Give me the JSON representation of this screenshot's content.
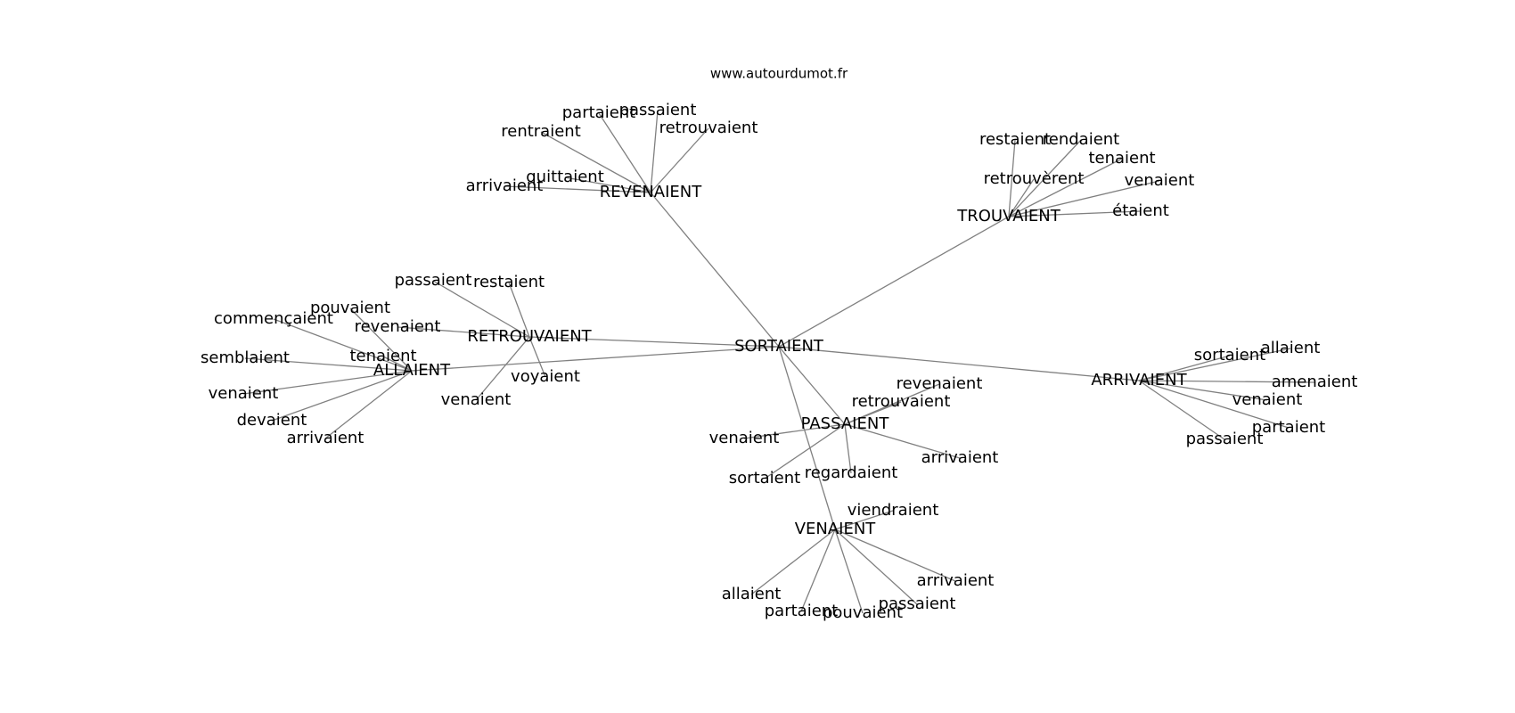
{
  "source": "www.autourdumot.fr",
  "center": "SORTAIENT",
  "hubs": [
    {
      "id": "REVENAIENT",
      "neighbors": [
        "partaient",
        "passaient",
        "rentraient",
        "retrouvaient",
        "quittaient",
        "arrivaient"
      ]
    },
    {
      "id": "TROUVAIENT",
      "neighbors": [
        "restaient",
        "rendaient",
        "tenaient",
        "retrouvèrent",
        "venaient",
        "étaient"
      ]
    },
    {
      "id": "RETROUVAIENT",
      "neighbors": [
        "passaient",
        "restaient",
        "revenaient",
        "voyaient",
        "venaient"
      ]
    },
    {
      "id": "ALLAIENT",
      "neighbors": [
        "commençaient",
        "pouvaient",
        "tenaient",
        "semblaient",
        "venaient",
        "devaient",
        "arrivaient"
      ]
    },
    {
      "id": "ARRIVAIENT",
      "neighbors": [
        "sortaient",
        "allaient",
        "amenaient",
        "venaient",
        "partaient",
        "passaient"
      ]
    },
    {
      "id": "PASSAIENT",
      "neighbors": [
        "revenaient",
        "retrouvaient",
        "venaient",
        "arrivaient",
        "sortaient",
        "regardaient"
      ]
    },
    {
      "id": "VENAIENT",
      "neighbors": [
        "viendraient",
        "arrivaient",
        "allaient",
        "passaient",
        "partaient",
        "pouvaient"
      ]
    }
  ]
}
